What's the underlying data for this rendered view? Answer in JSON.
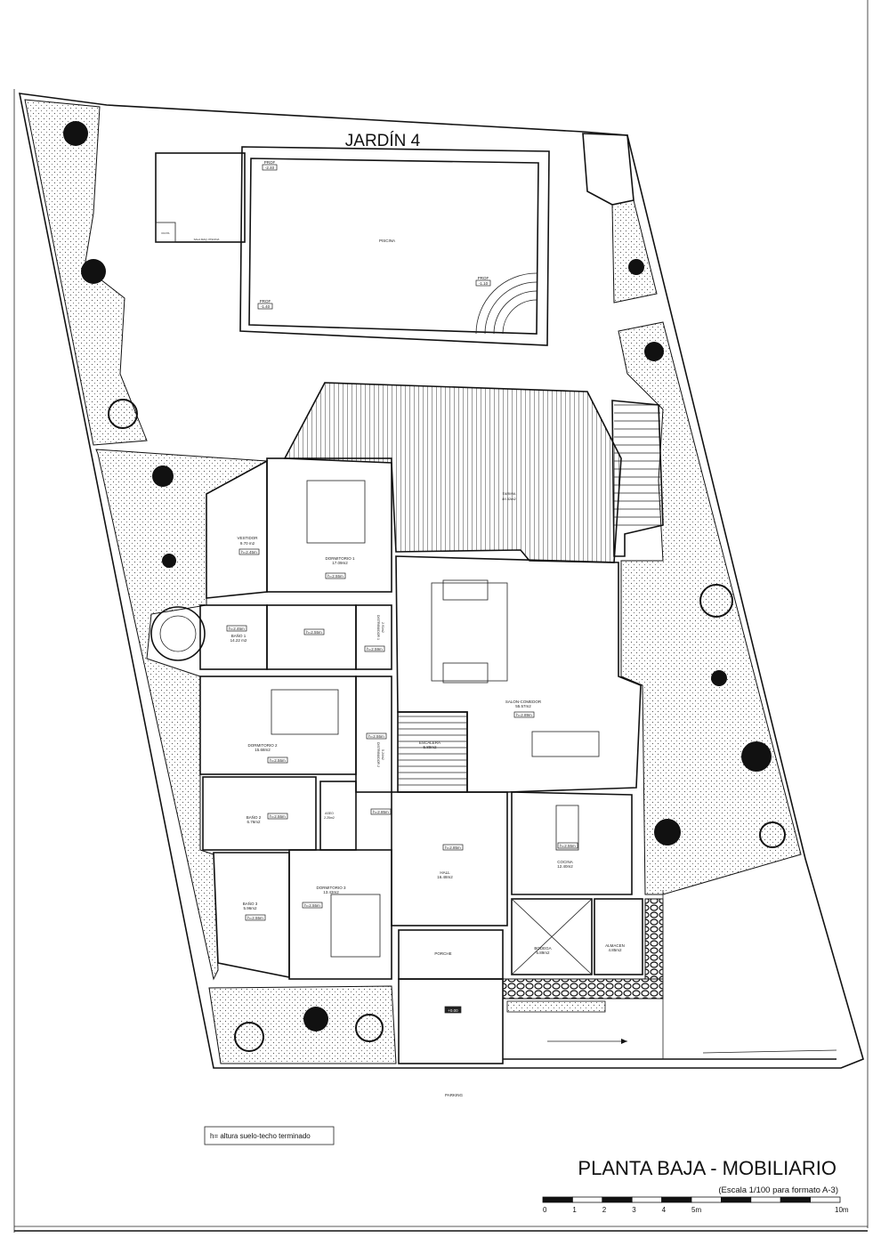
{
  "drawing": {
    "garden_title": "JARDÍN 4",
    "title": "PLANTA BAJA - MOBILIARIO",
    "scale_note": "(Escala 1/100 para formato A-3)",
    "legend_note": "h= altura suelo-techo terminado",
    "scale_ticks": [
      "0",
      "1",
      "2",
      "3",
      "4",
      "5m",
      "10m"
    ],
    "parking": "PARKING",
    "entrance_level": "+0.00"
  },
  "pool": {
    "name": "PISCINA",
    "machine_room": "SALA MAQ. PISCINA",
    "shower": "DUCHA",
    "depth_label": "PROF",
    "depths": [
      "-2.40",
      "-1.40",
      "-1.10"
    ]
  },
  "rooms": {
    "tarima": {
      "name": "TARIMA",
      "area": "49.82m2"
    },
    "vestidor": {
      "name": "VESTIDOR",
      "area": "9.70 m2",
      "h": "h=2.45m"
    },
    "dormitorio1": {
      "name": "DORMITORIO 1",
      "area": "17.09m2",
      "h": "h=2.55m"
    },
    "bano1": {
      "name": "BAÑO 1",
      "area": "14.22 m2",
      "h": "h=2.45m",
      "h2": "h=2.55m"
    },
    "distribuidor1": {
      "name": "DISTRIBUIDOR 1",
      "area": "2.91m2",
      "h": "h=2.59m"
    },
    "salon": {
      "name": "SALON-COMEDOR",
      "area": "55.57m2",
      "h": "h=2.89m"
    },
    "dormitorio2": {
      "name": "DORMITORIO 2",
      "area": "15.68m2",
      "h": "h=2.55m"
    },
    "distribuidor2": {
      "name": "DISTRIBUIDOR 2",
      "area": "5.24m2",
      "h": "h=2.55m"
    },
    "escalera": {
      "name": "ESCALERA",
      "area": "5.89m2"
    },
    "bano2": {
      "name": "BAÑO 2",
      "area": "6.76m2",
      "h": "h=2.55m"
    },
    "aseo": {
      "name": "ASEO",
      "area": "2.25m2"
    },
    "hall": {
      "name": "HALL",
      "area": "16.48m2",
      "h": "h=2.85m",
      "h2": "h=2.85m"
    },
    "cocina": {
      "name": "COCINA",
      "area": "12.40m2",
      "h": "h=2.55m"
    },
    "bano3": {
      "name": "BAÑO 3",
      "area": "5.96m2",
      "h": "h=2.55m"
    },
    "dormitorio3": {
      "name": "DORMITORIO 3",
      "area": "13.43m2",
      "h": "h=2.55m"
    },
    "porche": {
      "name": "PORCHE"
    },
    "bodega": {
      "name": "BODEGA",
      "area": "6.89m2"
    },
    "almacen": {
      "name": "ALMACEN",
      "area": "4.85m2"
    }
  },
  "colors": {
    "line": "#111111",
    "background": "#ffffff"
  }
}
